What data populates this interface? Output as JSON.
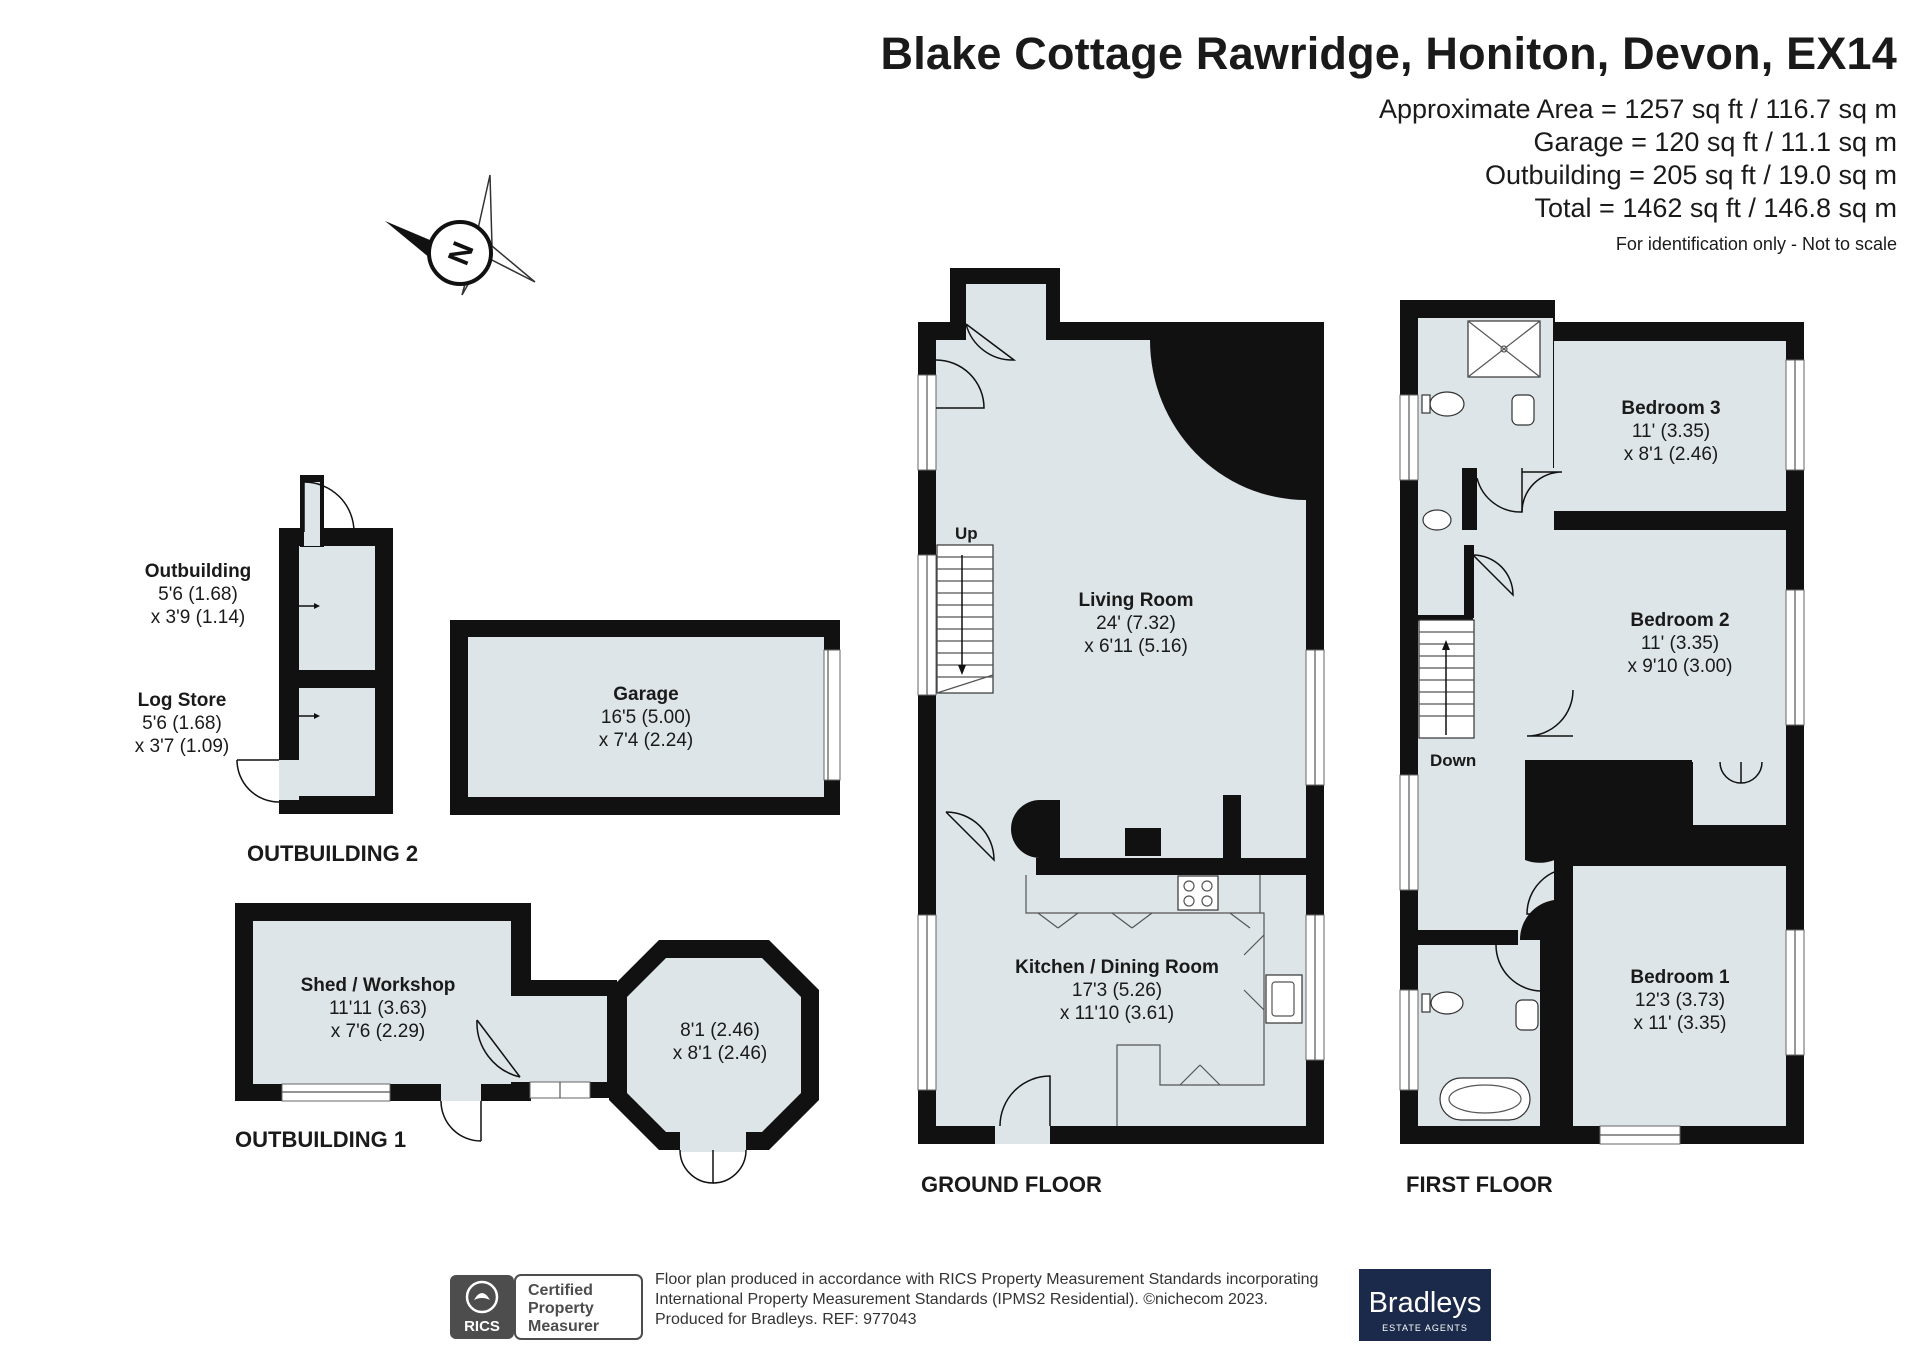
{
  "header": {
    "title": "Blake Cottage Rawridge, Honiton, Devon, EX14",
    "areas": [
      "Approximate Area = 1257 sq ft / 116.7 sq m",
      "Garage = 120 sq ft / 11.1 sq m",
      "Outbuilding = 205 sq ft / 19.0 sq m",
      "Total = 1462 sq ft / 146.8 sq m"
    ],
    "disclaimer": "For identification only - Not to scale"
  },
  "compass": {
    "letter": "N"
  },
  "sections": {
    "outbuilding2": "OUTBUILDING 2",
    "outbuilding1": "OUTBUILDING 1",
    "ground_floor": "GROUND FLOOR",
    "first_floor": "FIRST FLOOR"
  },
  "rooms": {
    "outbuilding": {
      "name": "Outbuilding",
      "dim1": "5'6 (1.68)",
      "dim2": "x 3'9 (1.14)"
    },
    "log_store": {
      "name": "Log Store",
      "dim1": "5'6 (1.68)",
      "dim2": "x 3'7 (1.09)"
    },
    "garage": {
      "name": "Garage",
      "dim1": "16'5 (5.00)",
      "dim2": "x 7'4 (2.24)"
    },
    "shed": {
      "name": "Shed / Workshop",
      "dim1": "11'11 (3.63)",
      "dim2": "x 7'6 (2.29)"
    },
    "octagon": {
      "dim1": "8'1 (2.46)",
      "dim2": "x 8'1 (2.46)"
    },
    "living": {
      "name": "Living Room",
      "dim1": "24' (7.32)",
      "dim2": "x 6'11 (5.16)"
    },
    "kitchen": {
      "name": "Kitchen / Dining Room",
      "dim1": "17'3 (5.26)",
      "dim2": "x 11'10 (3.61)"
    },
    "bedroom3": {
      "name": "Bedroom 3",
      "dim1": "11' (3.35)",
      "dim2": "x 8'1 (2.46)"
    },
    "bedroom2": {
      "name": "Bedroom 2",
      "dim1": "11' (3.35)",
      "dim2": "x 9'10 (3.00)"
    },
    "bedroom1": {
      "name": "Bedroom 1",
      "dim1": "12'3 (3.73)",
      "dim2": "x 11' (3.35)"
    }
  },
  "stairs": {
    "up": "Up",
    "down": "Down"
  },
  "footer": {
    "rics_badge": "RICS",
    "certified": [
      "Certified",
      "Property",
      "Measurer"
    ],
    "lines": [
      "Floor plan produced in accordance with RICS Property Measurement Standards incorporating",
      "International Property Measurement Standards (IPMS2 Residential).   ©nichecom 2023.",
      "Produced for Bradleys.   REF:  977043"
    ],
    "brand_name": "Bradleys",
    "brand_sub": "ESTATE AGENTS"
  },
  "colors": {
    "wall": "#111111",
    "floor": "#dde5e8",
    "text": "#1a1a1a",
    "brand_bg": "#1b2a4a",
    "badge_bg": "#4d4d4d"
  }
}
